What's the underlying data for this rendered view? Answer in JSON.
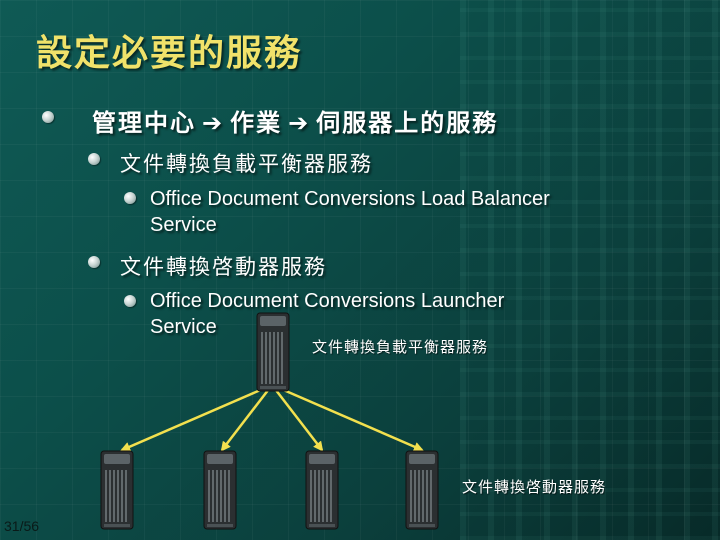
{
  "title": "設定必要的服務",
  "items": {
    "path": {
      "part1": "管理中心",
      "part2": "作業",
      "part3": "伺服器上的服務",
      "arrow_icon": "right-arrow-icon"
    },
    "load_balancer_zh": "文件轉換負載平衡器服務",
    "load_balancer_en_line1": "Office Document Conversions Load Balancer",
    "load_balancer_en_line2": "Service",
    "launcher_zh": "文件轉換啓動器服務",
    "launcher_en_line1": "Office Document Conversions Launcher",
    "launcher_en_line2": "Service"
  },
  "diagram": {
    "top_server_label": "文件轉換負載平衡器服務",
    "bottom_servers_label": "文件轉換啓動器服務",
    "arrow_color": "#f2e04e"
  },
  "page_number": "31/56",
  "colors": {
    "title": "#f0e26a",
    "text": "#ffffff"
  }
}
